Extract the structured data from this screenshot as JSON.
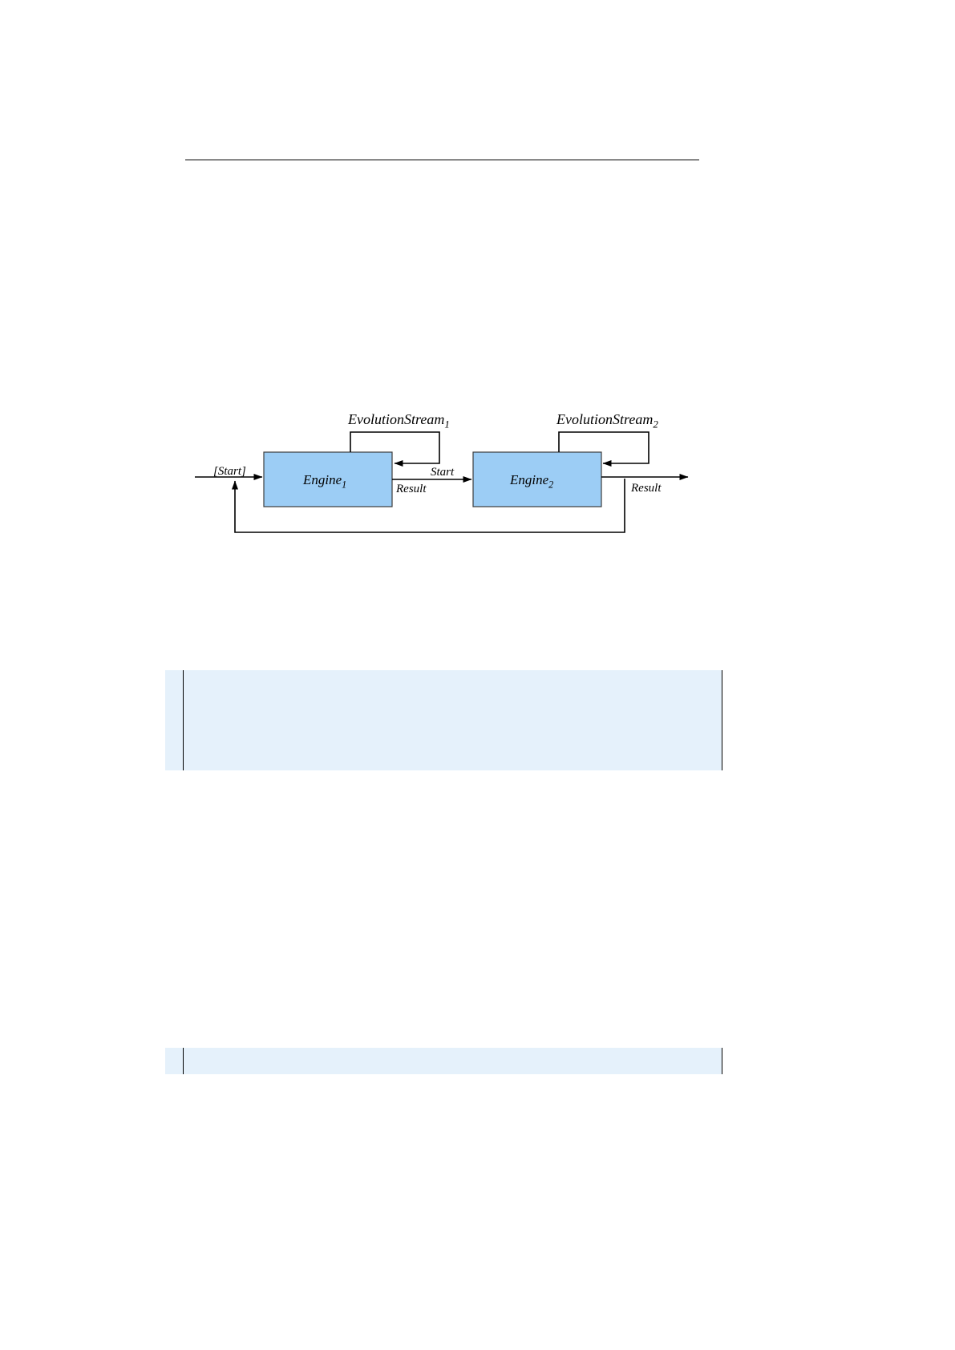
{
  "page": {
    "background_color": "#ffffff",
    "rule_color": "#000000"
  },
  "diagram": {
    "title": "",
    "type": "block-flow-diagram",
    "node_fill": "#9ccdf5",
    "node_stroke": "#2a2a2a",
    "arrow_color": "#000000",
    "nodes": [
      {
        "id": "engine1",
        "label": "Engine",
        "subscript": "1"
      },
      {
        "id": "engine2",
        "label": "Engine",
        "subscript": "2"
      }
    ],
    "loops": [
      {
        "id": "stream1",
        "label": "EvolutionStream",
        "subscript": "1"
      },
      {
        "id": "stream2",
        "label": "EvolutionStream",
        "subscript": "2"
      }
    ],
    "edges": [
      {
        "id": "start-in",
        "label": "[Start]"
      },
      {
        "id": "e1-result",
        "label": "Result"
      },
      {
        "id": "e2-start",
        "label": "Start"
      },
      {
        "id": "e2-result",
        "label": "Result"
      }
    ]
  },
  "listings": [
    {
      "id": "listing-1",
      "background": "#e5f1fb",
      "text": ""
    },
    {
      "id": "listing-2",
      "background": "#e5f1fb",
      "text": ""
    }
  ]
}
